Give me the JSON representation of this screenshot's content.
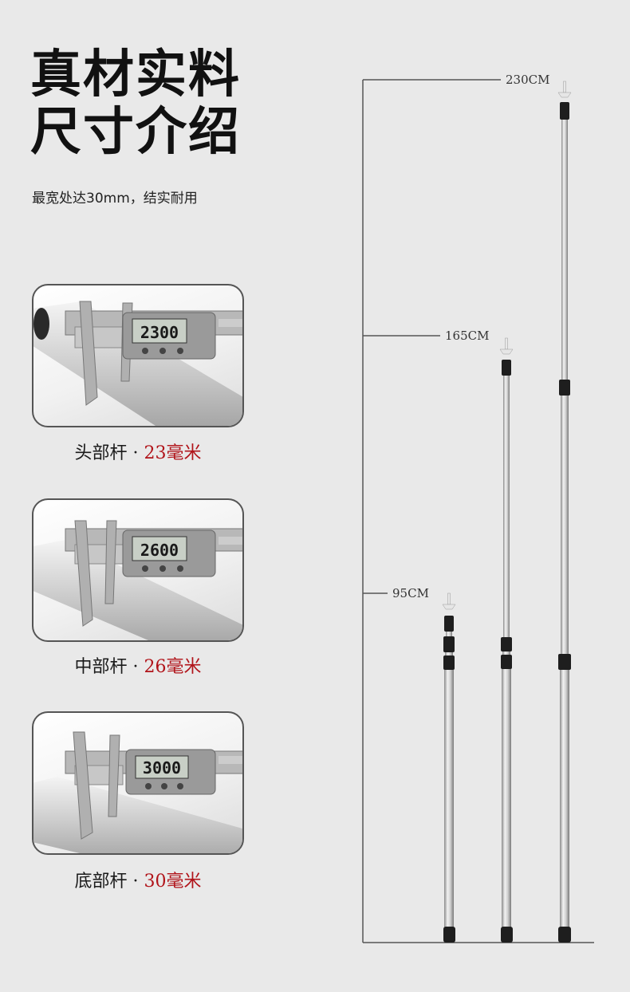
{
  "header": {
    "title_line1": "真材实料",
    "title_line2": "尺寸介绍",
    "subtitle": "最宽处达30mm，结实耐用"
  },
  "measurements": [
    {
      "part": "头部杆",
      "separator": "·",
      "value": "23毫米",
      "lcd": "2300"
    },
    {
      "part": "中部杆",
      "separator": "·",
      "value": "26毫米",
      "lcd": "2600"
    },
    {
      "part": "底部杆",
      "separator": "·",
      "value": "30毫米",
      "lcd": "3000"
    }
  ],
  "poles": {
    "labels": [
      "230CM",
      "165CM",
      "95CM"
    ],
    "lengths_cm": [
      230,
      165,
      95
    ]
  },
  "colors": {
    "accent_red": "#b1141a",
    "line": "#555555",
    "background": "#e9e9e9"
  }
}
